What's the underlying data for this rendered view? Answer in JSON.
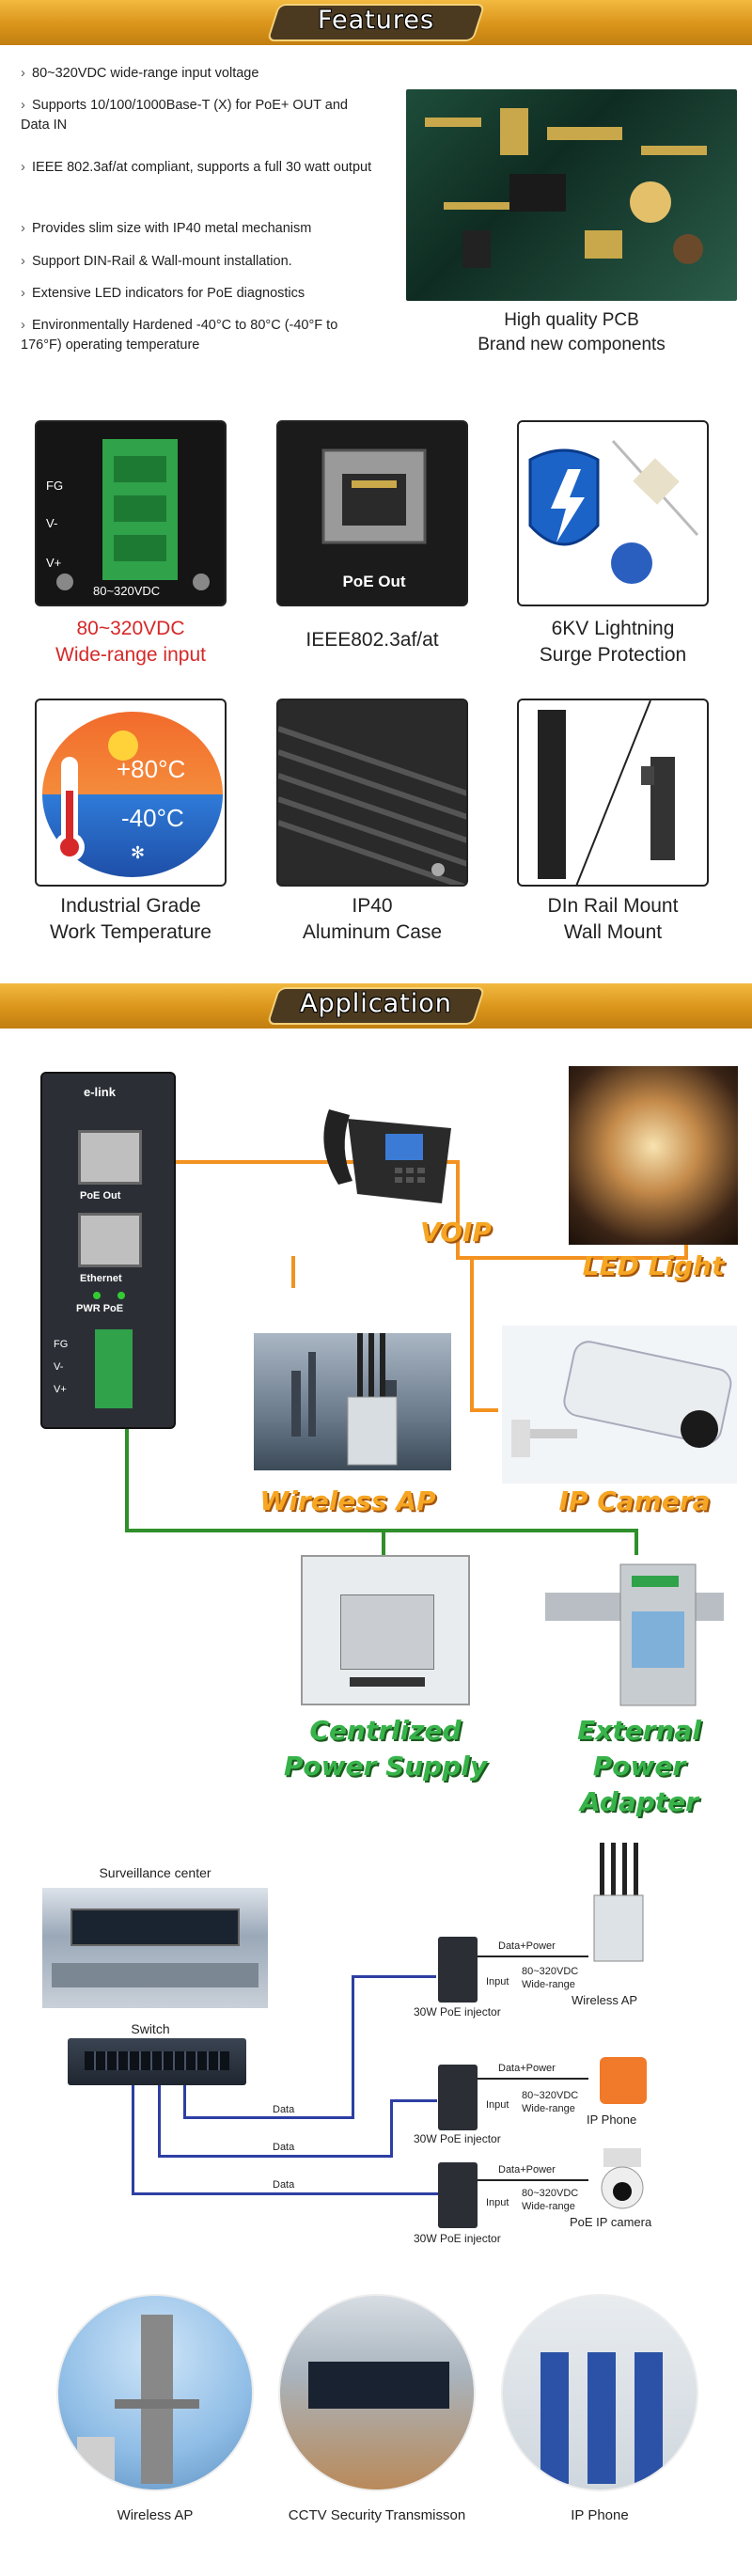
{
  "features_banner": "Features",
  "features": [
    "80~320VDC wide-range input voltage",
    "Supports 10/100/1000Base-T (X) for PoE+ OUT and Data IN",
    "IEEE 802.3af/at compliant, supports a full 30 watt output",
    "Provides slim size with IP40 metal mechanism",
    "Support DIN-Rail & Wall-mount installation.",
    "Extensive LED indicators for PoE diagnostics",
    "Environmentally Hardened -40°C to 80°C (-40°F to 176°F) operating temperature"
  ],
  "pcb_caption": [
    "High quality PCB",
    "Brand new components"
  ],
  "terminal_labels": {
    "fg": "FG",
    "vm": "V-",
    "vp": "V+",
    "range": "80~320VDC"
  },
  "poe_out_label": "PoE Out",
  "temps": {
    "hot": "+80°C",
    "cold": "-40°C"
  },
  "tiles": [
    {
      "line1": "80~320VDC",
      "line2": "Wide-range input"
    },
    {
      "line1": "IEEE802.3af/at",
      "line2": ""
    },
    {
      "line1": "6KV Lightning",
      "line2": "Surge Protection"
    },
    {
      "line1": "Industrial Grade",
      "line2": "Work Temperature"
    },
    {
      "line1": "IP40",
      "line2": "Aluminum Case"
    },
    {
      "line1": "DIn Rail Mount",
      "line2": "Wall Mount"
    }
  ],
  "application_banner": "Application",
  "device": {
    "brand": "e-link",
    "poe_out": "PoE Out",
    "ethernet": "Ethernet",
    "pwr_poe": "PWR PoE",
    "fg": "FG",
    "vm": "V-",
    "vp": "V+"
  },
  "app_labels": {
    "voip": "VOIP",
    "led": "LED Light",
    "wap": "Wireless AP",
    "cam": "IP Camera",
    "psu1": "Centrlized",
    "psu2": "Power Supply",
    "ext1": "External",
    "ext2": "Power Adapter"
  },
  "diagram": {
    "surveillance": "Surveillance center",
    "switch": "Switch",
    "data": "Data",
    "data_power": "Data+Power",
    "input": "Input",
    "range1": "80~320VDC",
    "range2": "Wide-range",
    "injector": "30W PoE injector",
    "wap": "Wireless AP",
    "phone": "IP Phone",
    "poecam": "PoE IP camera"
  },
  "bottom": [
    "Wireless AP",
    "CCTV Security Transmisson",
    "IP  Phone"
  ],
  "colors": {
    "orange": "#f39220",
    "green": "#2f8f2a",
    "blue": "#2d3fa3",
    "red": "#d62828"
  }
}
